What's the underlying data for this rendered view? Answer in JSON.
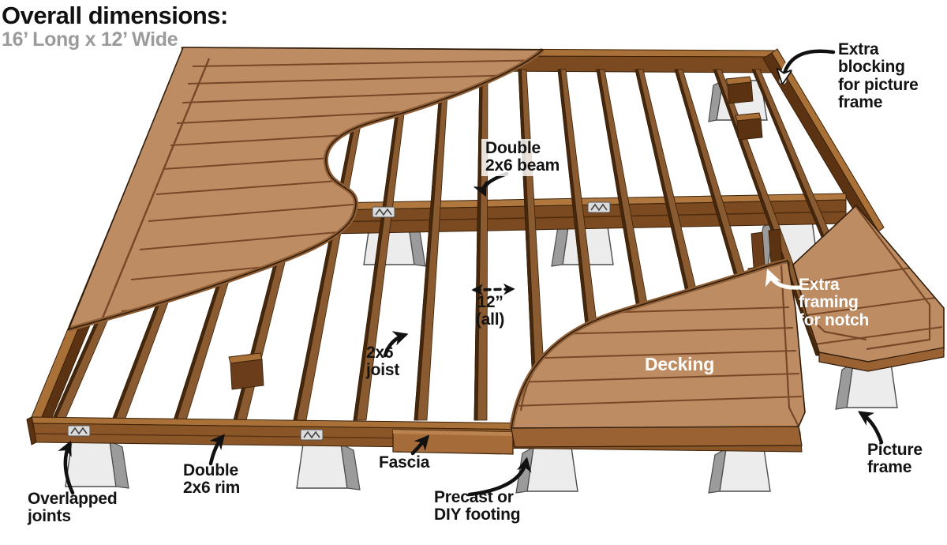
{
  "title": {
    "heading": "Overall dimensions:",
    "subheading": "16’ Long x 12’ Wide"
  },
  "labels": {
    "extra_blocking": "Extra\nblocking\nfor picture\nframe",
    "double_beam": "Double\n2x6 beam",
    "spacing": "12”\n(all)",
    "joist": "2x6\njoist",
    "extra_framing": "Extra\nframing\nfor notch",
    "decking": "Decking",
    "fascia": "Fascia",
    "footing": "Precast or\nDIY footing",
    "double_rim": "Double\n2x6 rim",
    "overlapped": "Overlapped\njoints",
    "picture_frame": "Picture\nframe"
  },
  "colors": {
    "background": "#ffffff",
    "decking": "#be8c63",
    "decking_edge": "#8f5e35",
    "frame_top": "#a97038",
    "frame_body": "#8a5a31",
    "frame_dark": "#4a2a10",
    "beam_face": "#7c4a21",
    "footing_front": "#ececec",
    "footing_side": "#9b9b9b",
    "label_black": "#131313",
    "label_white": "#ffffff",
    "subtitle_gray": "#9b9b9b"
  }
}
